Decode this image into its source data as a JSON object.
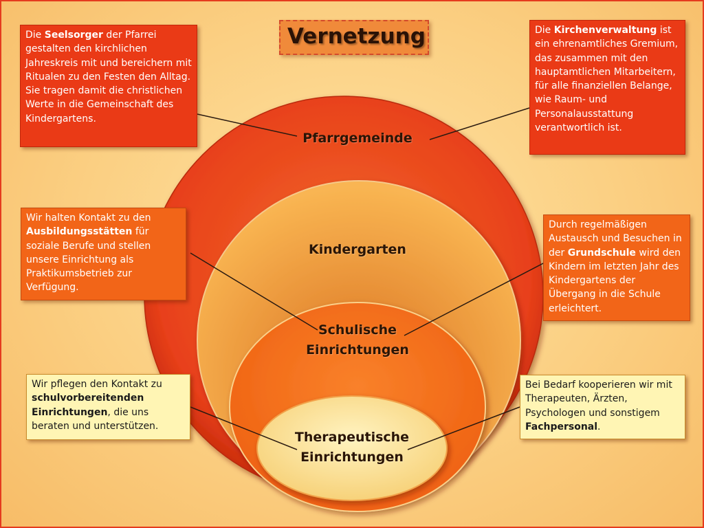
{
  "title": "Vernetzung",
  "circles": {
    "pfarrgemeinde": "Pfarrgemeinde",
    "kindergarten": "Kindergarten",
    "schulische_line1": "Schulische",
    "schulische_line2": "Einrichtungen",
    "therapeutische_line1": "Therapeutische",
    "therapeutische_line2": "Einrichtungen"
  },
  "notes": {
    "seelsorger": {
      "pre": "Die ",
      "bold": "Seelsorger",
      "post": " der Pfarrei gestalten den kirchlichen Jahreskreis mit und bereichern  mit Ritualen zu den Festen den Alltag. Sie tragen  damit die christlichen Werte in die Gemeinschaft des Kindergartens."
    },
    "kirchenverwaltung": {
      "pre": "Die ",
      "bold": "Kirchenverwaltung",
      "post": " ist ein ehrenamtliches Gremium, das zusammen mit den hauptamtlichen Mitarbeitern, für alle finanziellen Belange, wie Raum- und Personalausstattung verantwortlich ist."
    },
    "ausbildung": {
      "pre": "Wir halten Kontakt zu den ",
      "bold": "Ausbildungsstätten",
      "post": " für soziale Berufe und stellen unsere Einrichtung als Praktikumsbetrieb zur Verfügung."
    },
    "grundschule": {
      "pre": " Durch regelmäßigen Austausch und Besuchen in der ",
      "bold": "Grundschule",
      "post": " wird den Kindern im letzten Jahr des Kindergartens der Übergang in die Schule erleichtert."
    },
    "schulvorbereitend": {
      "pre": "Wir pflegen den Kontakt zu ",
      "bold": "schulvorbereitenden Einrichtungen",
      "post": ", die uns beraten und unterstützen."
    },
    "fachpersonal": {
      "pre": "Bei Bedarf kooperieren wir mit Therapeuten, Ärzten, Psychologen und sonstigem ",
      "bold": "Fachpersonal",
      "post": "."
    }
  },
  "colors": {
    "outer_circle": "#e8401a",
    "kindergarten_circle": "#f7a33e",
    "schulische_circle": "#f4741f",
    "therapeutische_circle": "#fce59a",
    "red_note": "#ea3a16",
    "orange_note": "#f26518",
    "cream_note": "#fff5b4"
  }
}
